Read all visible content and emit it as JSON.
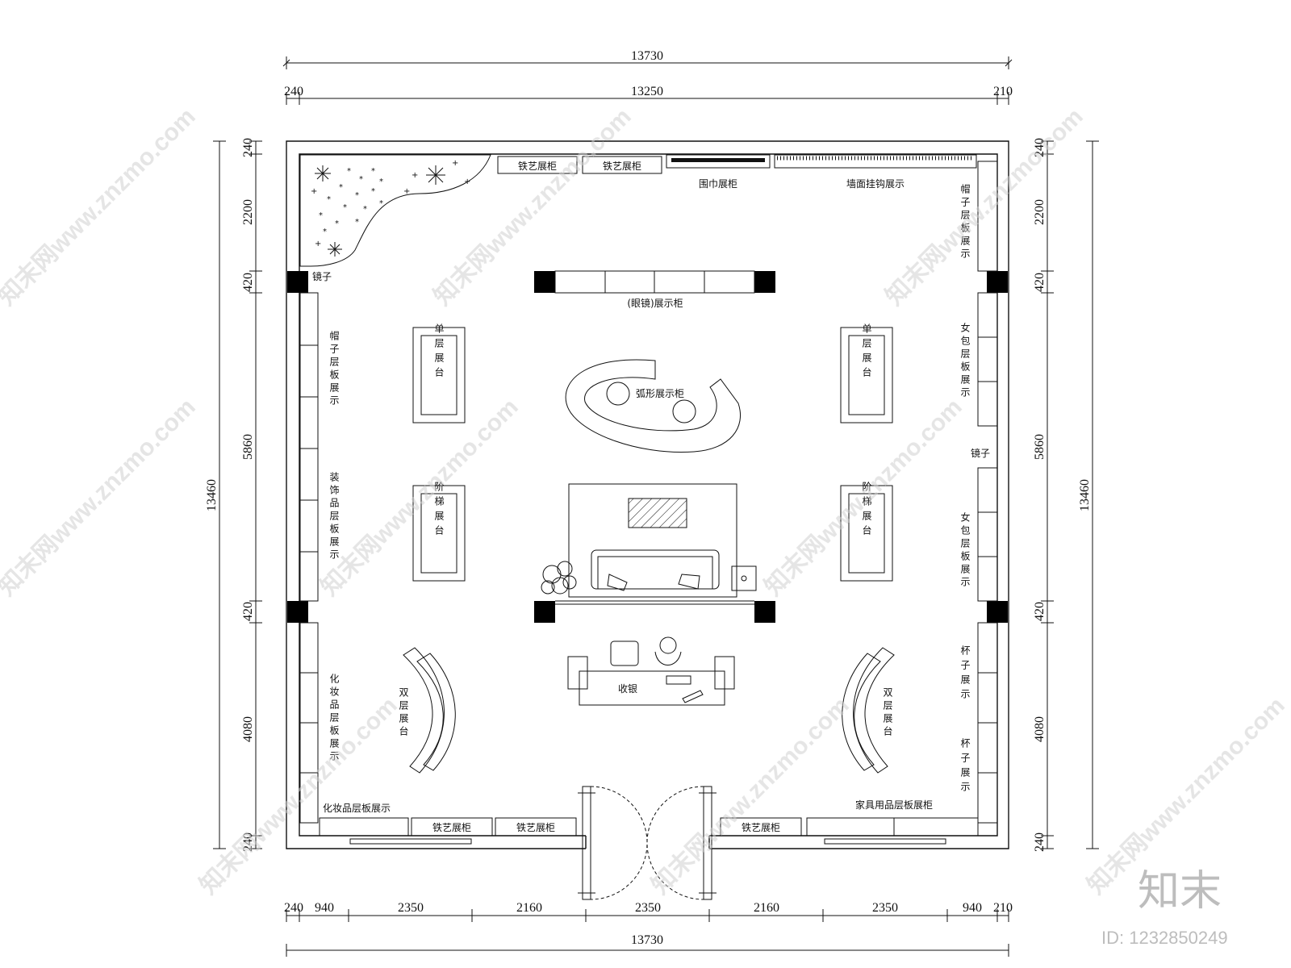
{
  "dimensions": {
    "top_total": "13730",
    "top_inner": "13250",
    "top_left": "240",
    "top_right": "210",
    "bottom_segments": [
      "240",
      "940",
      "2350",
      "2160",
      "2350",
      "2160",
      "2350",
      "940",
      "210"
    ],
    "bottom_total": "13730",
    "left_total": "13460",
    "right_total": "13460",
    "side_segments": [
      "240",
      "2200",
      "420",
      "5860",
      "420",
      "4080",
      "240"
    ]
  },
  "labels": {
    "iron_cabinet": "铁艺展柜",
    "scarf_cabinet": "围巾展柜",
    "wall_hook": "墙面挂钩展示",
    "mirror": "镜子",
    "glasses_cabinet": "(眼镜)展示柜",
    "arc_cabinet": "弧形展示柜",
    "hat_shelf": "帽子层板展示",
    "decor_shelf": "装饰品层板展示",
    "cosmetic_shelf": "化妆品层板展示",
    "cosmetic_shelf_bottom": "化妆品层板展示",
    "single_stand": "单层展台",
    "step_stand": "阶梯展台",
    "double_stand": "双层展台",
    "bag_shelf": "女包层板展示",
    "cup_shelf": "杯子展示",
    "cashier": "收银",
    "home_goods": "家具用品层板展柜"
  },
  "watermark": {
    "site": "知末网www.znzmo.com",
    "brand": "知末",
    "id": "ID: 1232850249"
  }
}
